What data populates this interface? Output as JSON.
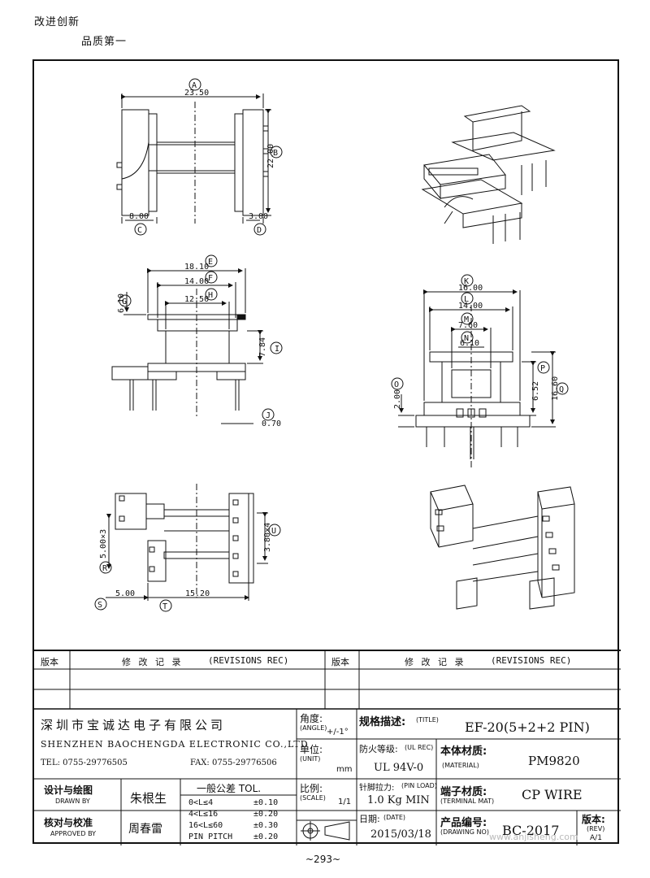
{
  "header": {
    "slogan_line1": "改进创新",
    "slogan_line2": "品质第一"
  },
  "footer": {
    "page_number": "~293~",
    "watermark": "www.anjisheng.com"
  },
  "drawing": {
    "top_view": {
      "dims": {
        "A": "23.50",
        "B": "22.00",
        "C": "8.00",
        "D": "3.00"
      }
    },
    "side_view": {
      "dims": {
        "E": "18.10",
        "F": "14.00",
        "H": "12.50",
        "G": "6.10",
        "I": "7.84",
        "J": "0.70"
      }
    },
    "front_view": {
      "dims": {
        "K": "16.00",
        "L": "14.00",
        "M": "7.60",
        "N": "6.10",
        "O": "2.00",
        "P": "6.52",
        "Q": "16.60"
      }
    },
    "bottom_view": {
      "dims": {
        "R": "5.00×3",
        "U": "3.80×4",
        "S": "5.00",
        "T": "15.20"
      }
    },
    "labels": {
      "A": "A",
      "B": "B",
      "C": "C",
      "D": "D",
      "E": "E",
      "F": "F",
      "G": "G",
      "H": "H",
      "I": "I",
      "J": "J",
      "K": "K",
      "L": "L",
      "M": "M",
      "N": "N",
      "O": "O",
      "P": "P",
      "Q": "Q",
      "R": "R",
      "S": "S",
      "T": "T",
      "U": "U"
    }
  },
  "title_block": {
    "rev_label": "版本",
    "rev_rec_label": "修 改 记 录",
    "rev_rec_en": "(REVISIONS REC)",
    "company_cn": "深圳市宝诚达电子有限公司",
    "company_en": "SHENZHEN BAOCHENGDA ELECTRONIC CO.,LTD",
    "tel": "TEL: 0755-29776505",
    "fax": "FAX: 0755-29776506",
    "angle_label": "角度:",
    "angle_en": "(ANGLE)",
    "angle_value": "+/-1°",
    "unit_label": "单位:",
    "unit_en": "(UNIT)",
    "unit_value": "mm",
    "scale_label": "比例:",
    "scale_en": "(SCALE)",
    "scale_value": "1/1",
    "title_label": "规格描述:",
    "title_en": "(TITLE)",
    "title_value": "EF-20(5+2+2 PIN)",
    "ul_label": "防火等级:",
    "ul_en": "(UL REC)",
    "ul_value": "UL 94V-0",
    "material_label": "本体材质:",
    "material_en": "(MATERIAL)",
    "material_value": "PM9820",
    "pin_load_label": "针脚拉力:",
    "pin_load_en": "(PIN LOAD)",
    "pin_load_value": "1.0 Kg MIN",
    "terminal_label": "端子材质:",
    "terminal_en": "(TERMINAL MAT)",
    "terminal_value": "CP WIRE",
    "date_label": "日期:",
    "date_en": "(DATE)",
    "date_value": "2015/03/18",
    "drawing_no_label": "产品编号:",
    "drawing_no_en": "(DRAWING NO)",
    "drawing_no_value": "BC-2017",
    "rev_label2": "版本:",
    "rev_en": "(REV)",
    "rev_value": "A/1",
    "drawn_label": "设计与绘图",
    "drawn_en": "DRAWN BY",
    "drawn_value": "朱根生",
    "approved_label": "核对与校准",
    "approved_en": "APPROVED BY",
    "approved_value": "周春雷",
    "tol_title": "一般公差 TOL.",
    "tol": [
      {
        "range": "0<L≤4",
        "value": "±0.10"
      },
      {
        "range": "4<L≤16",
        "value": "±0.20"
      },
      {
        "range": "16<L≤60",
        "value": "±0.30"
      },
      {
        "range": "PIN PITCH",
        "value": "±0.20"
      }
    ]
  }
}
